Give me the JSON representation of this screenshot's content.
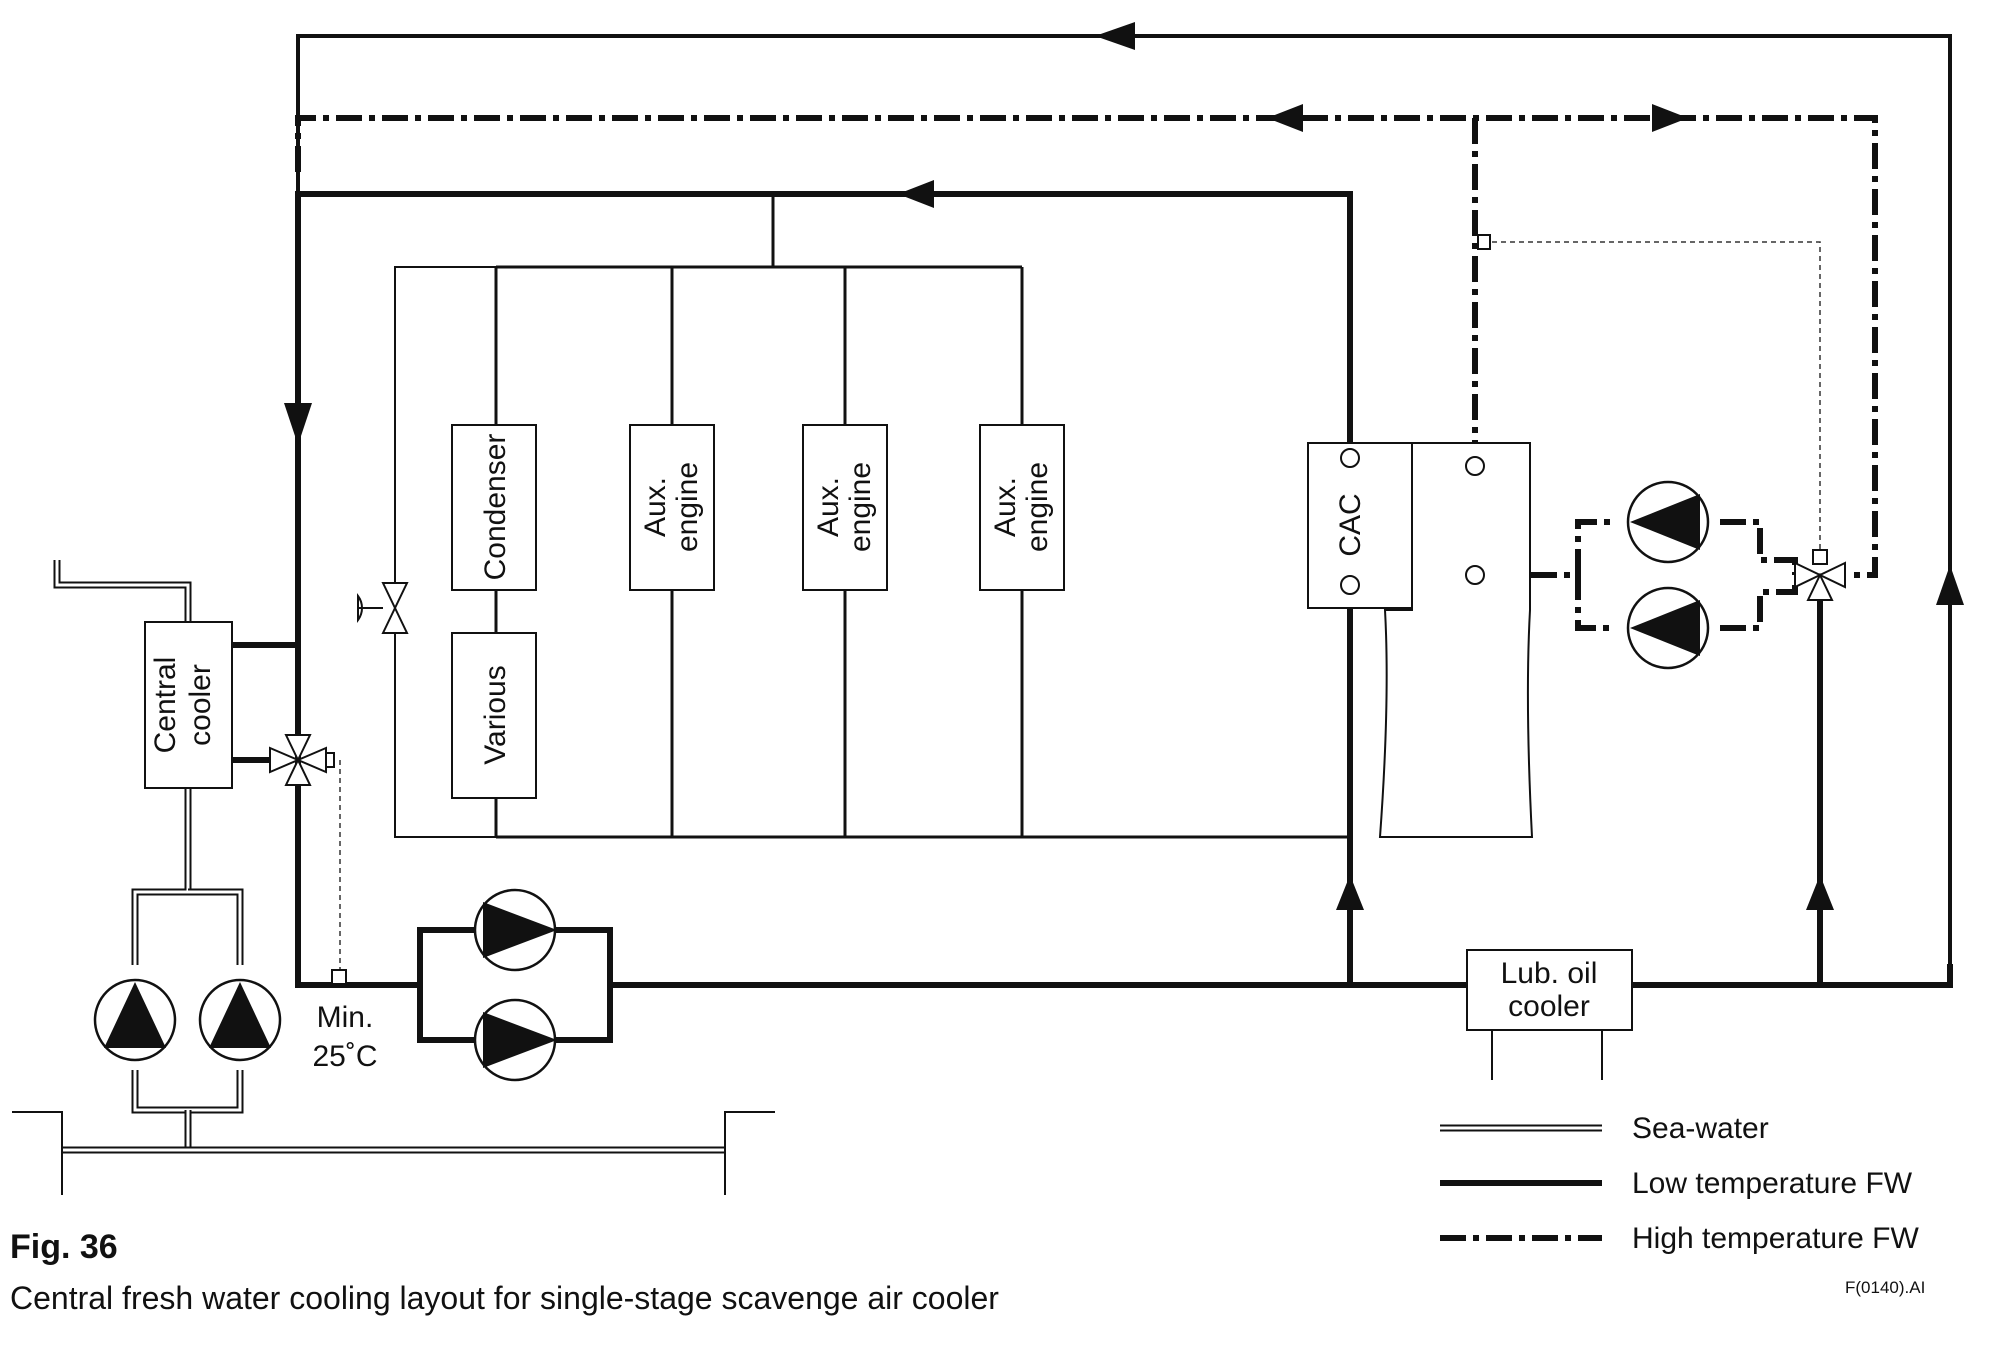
{
  "labels": {
    "central_cooler": [
      "Central",
      "cooler"
    ],
    "condenser": "Condenser",
    "various": "Various",
    "aux_engine": [
      "Aux.",
      "engine"
    ],
    "cac": "CAC",
    "lub_oil_cooler": [
      "Lub. oil",
      "cooler"
    ],
    "min_temp": [
      "Min.",
      "25˚C"
    ]
  },
  "legend": {
    "sea_water": "Sea-water",
    "low_temp": "Low temperature FW",
    "high_temp": "High temperature FW"
  },
  "figure": {
    "number": "Fig. 36",
    "caption": "Central fresh water cooling layout for single-stage scavenge air cooler",
    "file_code": "F(0140).AI"
  }
}
